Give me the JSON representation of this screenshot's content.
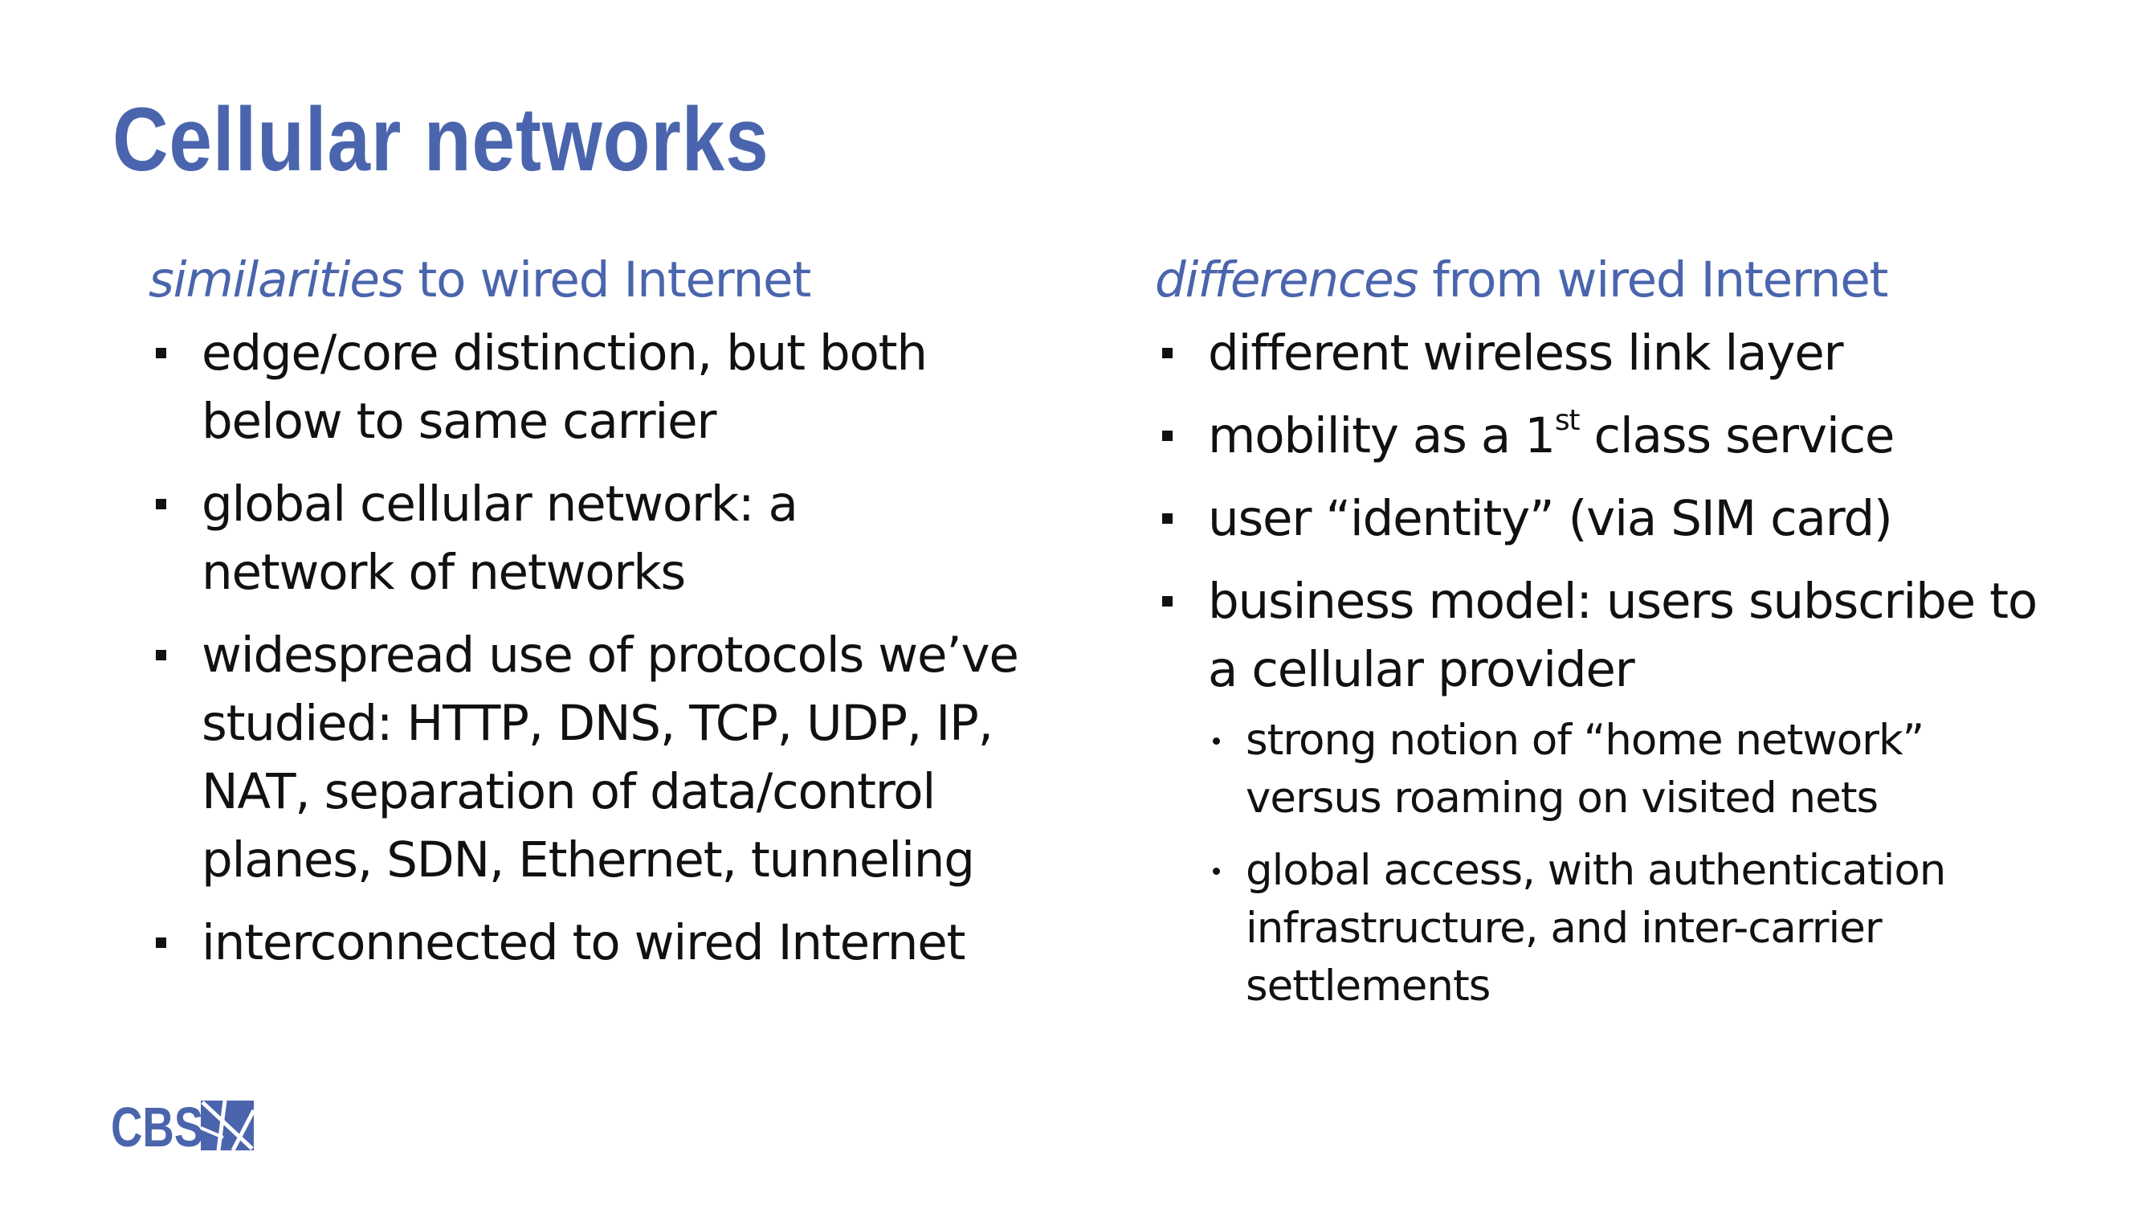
{
  "slide": {
    "title": "Cellular networks"
  },
  "left": {
    "heading_em": "similarities",
    "heading_rest": " to wired Internet",
    "bullets": [
      "edge/core distinction, but both below to same carrier",
      "global cellular network: a network of networks",
      "widespread use of protocols we’ve studied: HTTP, DNS, TCP, UDP, IP, NAT, separation of data/control planes, SDN, Ethernet, tunneling",
      "interconnected to wired Internet"
    ]
  },
  "right": {
    "heading_em": "differences",
    "heading_rest": " from wired Internet",
    "bullets": [
      "different wireless link layer",
      {
        "pre": "mobility as a 1",
        "sup": "st",
        "post": " class service"
      },
      "user “identity” (via SIM card)",
      "business model: users subscribe to a cellular provider"
    ],
    "sub_bullets": [
      "strong notion of “home network” versus roaming on visited nets",
      "global access, with authentication infrastructure, and inter-carrier settlements"
    ]
  },
  "footer": {
    "logo_text": "CBS",
    "logo_icon": "cbs-emblem-icon",
    "brand_color": "#4a65ad"
  }
}
